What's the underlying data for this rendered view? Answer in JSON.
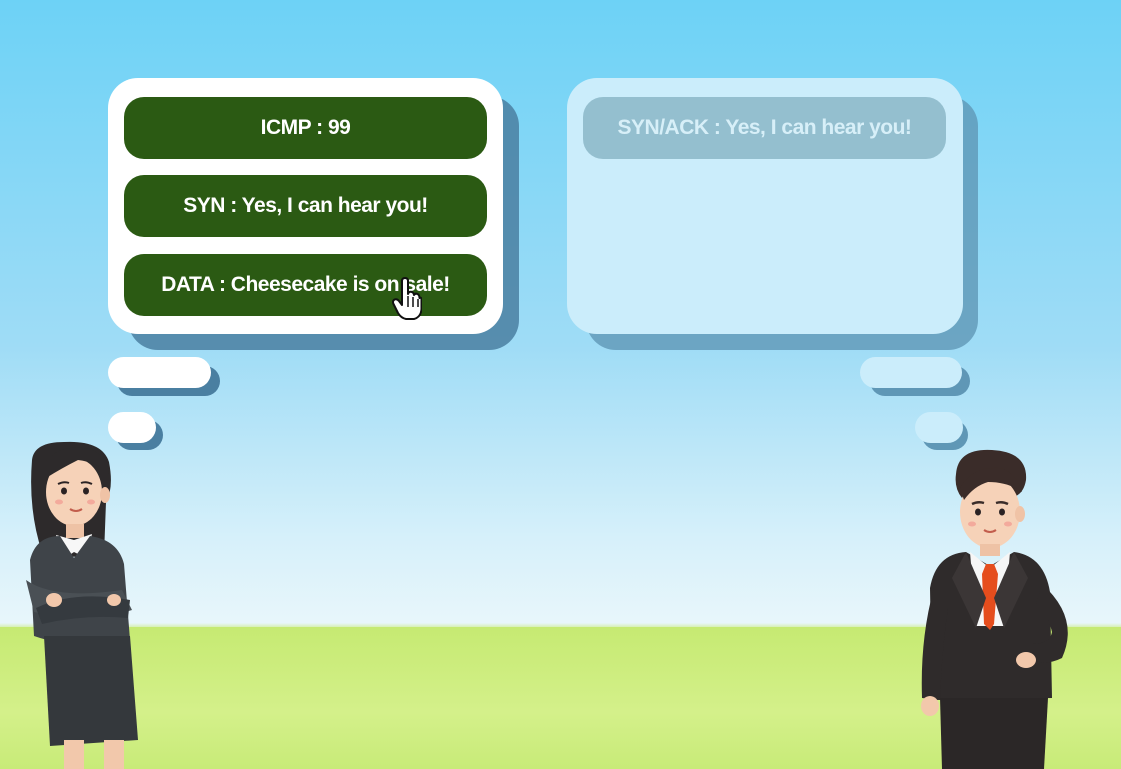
{
  "left_bubble": {
    "messages": [
      {
        "label": "ICMP : 99"
      },
      {
        "label": "SYN : Yes, I can hear you!"
      },
      {
        "label": "DATA : Cheesecake is on sale!"
      }
    ]
  },
  "right_bubble": {
    "messages": [
      {
        "label": "SYN/ACK : Yes, I can hear you!"
      }
    ]
  },
  "icons": [
    "hand-cursor-icon"
  ],
  "colors": {
    "sky_top": "#6dd2f6",
    "grass": "#c9ec79",
    "option_button": "#2b5a13",
    "option_text": "#ffffff",
    "reply_button": "#94bfcf",
    "reply_text": "#d7eff8"
  }
}
